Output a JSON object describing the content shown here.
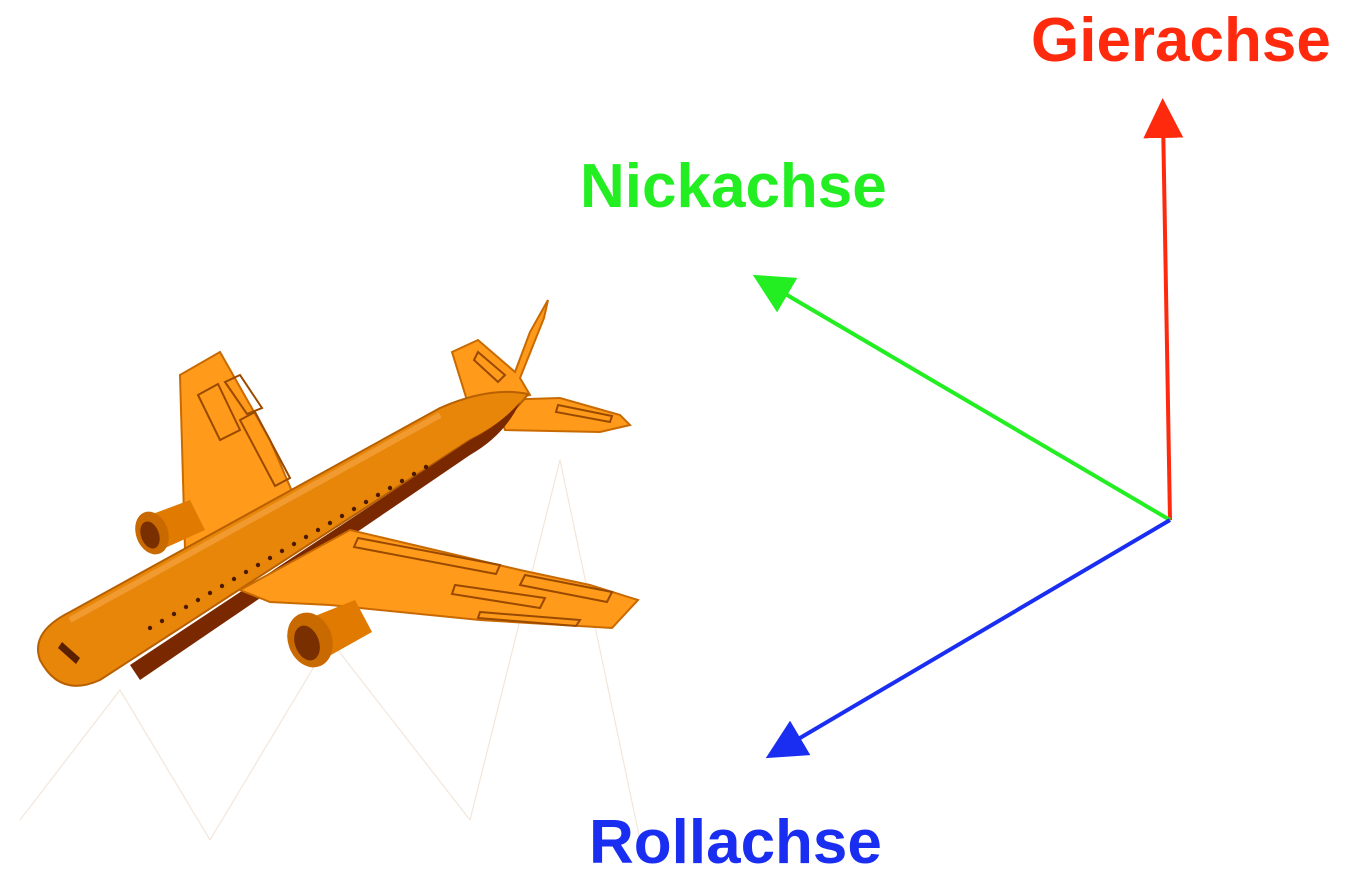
{
  "axes": {
    "yaw": {
      "label": "Gierachse",
      "color": "#ff2a0e"
    },
    "pitch": {
      "label": "Nickachse",
      "color": "#22ee22"
    },
    "roll": {
      "label": "Rollachse",
      "color": "#1a2ef2"
    }
  },
  "airplane": {
    "body_color": "#e8860a",
    "wing_color": "#ff9a1a",
    "shadow_color": "#7a2800"
  }
}
